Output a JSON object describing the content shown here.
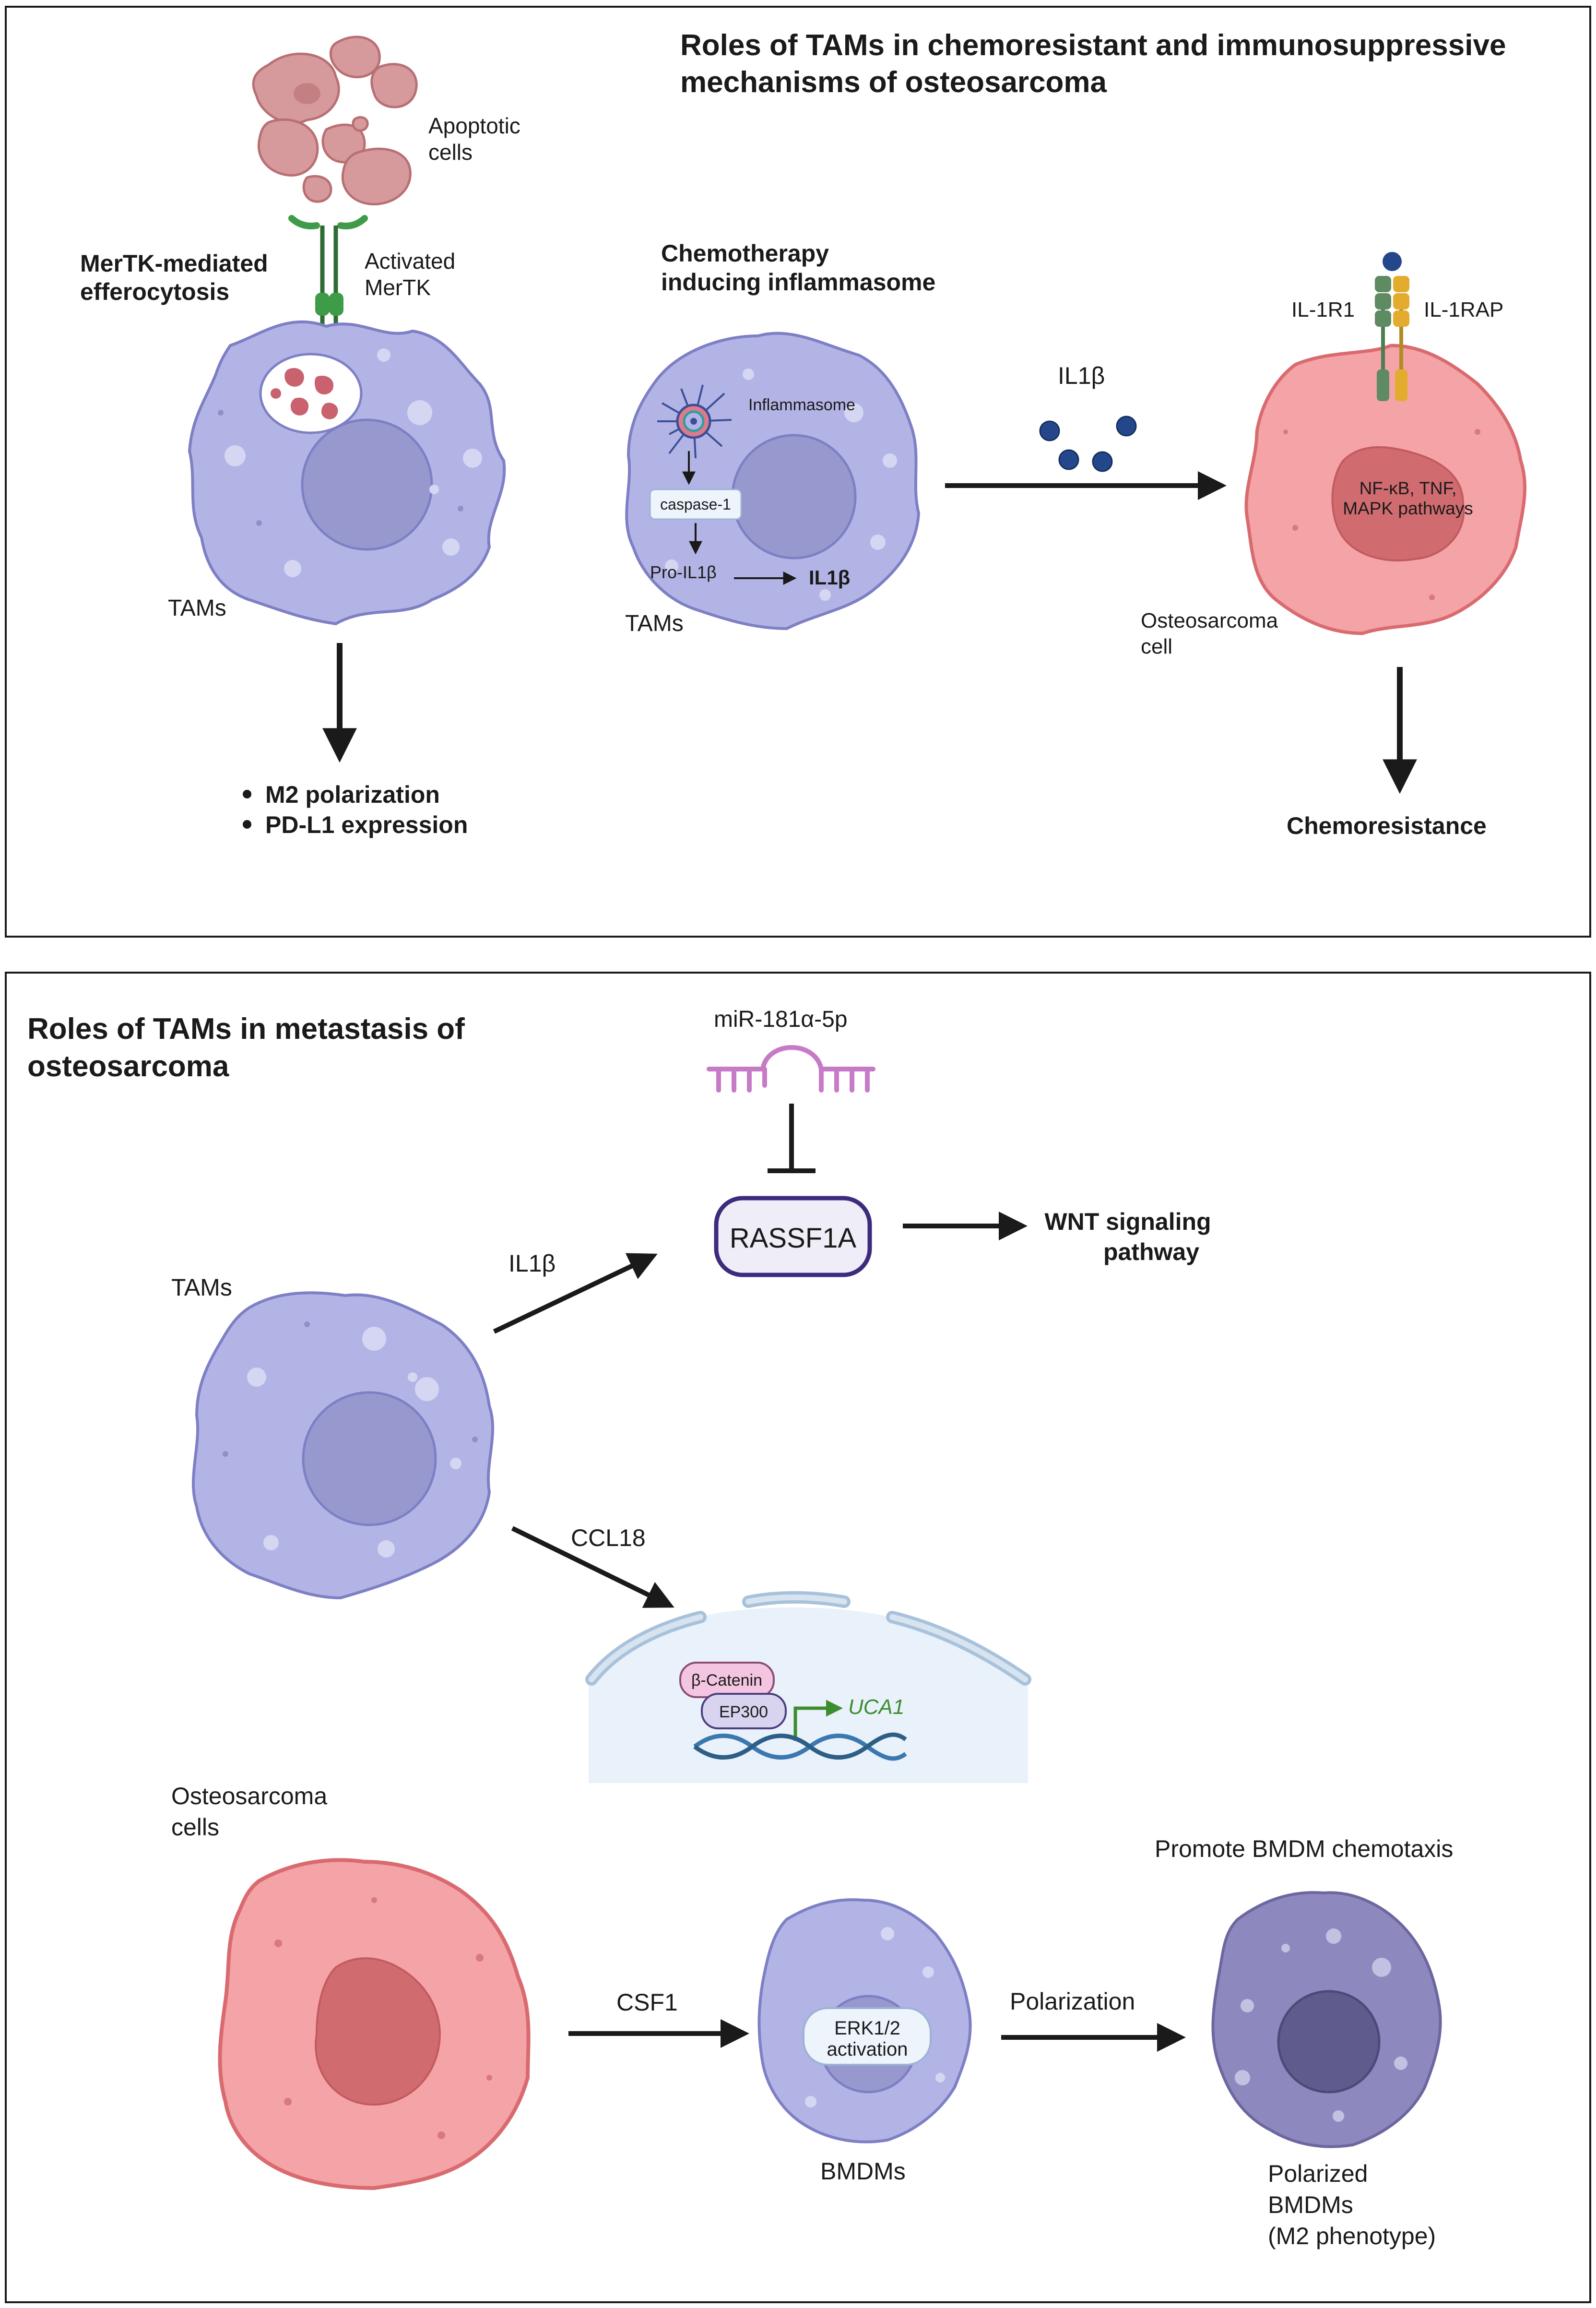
{
  "top": {
    "title_line1": "Roles of TAMs in chemoresistant and immunosuppressive",
    "title_line2": "mechanisms of osteosarcoma",
    "apoptotic_line1": "Apoptotic",
    "apoptotic_line2": "cells",
    "activated_line1": "Activated",
    "activated_line2": "MerTK",
    "mertk_line1": "MerTK-mediated",
    "mertk_line2": "efferocytosis",
    "tams_left": "TAMs",
    "outcome1": "M2 polarization",
    "outcome2": "PD-L1 expression",
    "chemo_line1": "Chemotherapy",
    "chemo_line2": "inducing inflammasome",
    "inflammasome": "Inflammasome",
    "caspase": "caspase-1",
    "pro_il1b": "Pro-IL1β",
    "il1b_bold": "IL1β",
    "tams_mid": "TAMs",
    "il1b_arrow": "IL1β",
    "il1r1": "IL-1R1",
    "il1rap": "IL-1RAP",
    "pathways_line1": "NF-κB, TNF,",
    "pathways_line2": "MAPK pathways",
    "osteo_line1": "Osteosarcoma",
    "osteo_line2": "cell",
    "chemoresistance": "Chemoresistance"
  },
  "bottom": {
    "title_line1": "Roles of TAMs in metastasis of",
    "title_line2": "osteosarcoma",
    "mirna": "miR-181α-5p",
    "rassf1a": "RASSF1A",
    "wnt_line1": "WNT signaling",
    "wnt_line2": "pathway",
    "tams": "TAMs",
    "il1b": "IL1β",
    "ccl18": "CCL18",
    "beta_catenin": "β-Catenin",
    "ep300": "EP300",
    "uca1": "UCA1",
    "osteo_line1": "Osteosarcoma",
    "osteo_line2": "cells",
    "csf1": "CSF1",
    "erk_line1": "ERK1/2",
    "erk_line2": "activation",
    "bmdms": "BMDMs",
    "polarization": "Polarization",
    "promote": "Promote BMDM chemotaxis",
    "polarized_line1": "Polarized",
    "polarized_line2": "BMDMs",
    "polarized_line3": "(M2 phenotype)"
  },
  "colors": {
    "macrophage_fill": "#b3b4e6",
    "macrophage_stroke": "#7e7fc4",
    "osteo_fill": "#f4a3a6",
    "osteo_stroke": "#d96b70",
    "apoptotic_fill": "#d79a9c",
    "receptor_green": "#3e9b47",
    "receptor_orange": "#e3ac2f",
    "il1b_ball": "#24478c",
    "mirna": "#c77bc6",
    "rassf1a_stroke": "#3e2b7e",
    "nucleus_bg": "#e9f1fb",
    "uca1_green": "#3b8e2e"
  }
}
